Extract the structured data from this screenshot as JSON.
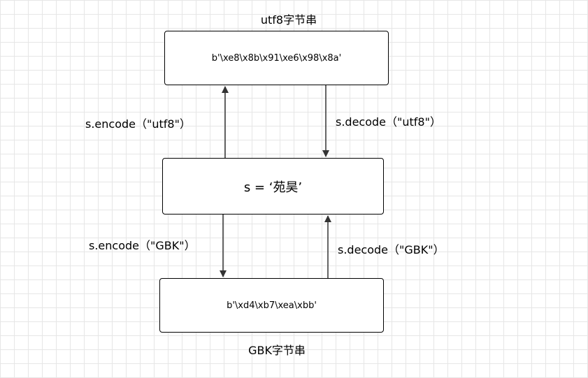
{
  "captions": {
    "utf8_bytes": "utf8字节串",
    "gbk_bytes": "GBK字节串"
  },
  "boxes": {
    "utf8_bytes_value": "b'\\xe8\\x8b\\x91\\xe6\\x98\\x8a'",
    "string_value": "s = ‘苑昊’",
    "gbk_bytes_value": "b'\\xd4\\xb7\\xea\\xbb'"
  },
  "edges": {
    "encode_utf8": "s.encode（\"utf8\"）",
    "decode_utf8": "s.decode（\"utf8\"）",
    "encode_gbk": "s.encode（\"GBK\"）",
    "decode_gbk": "s.decode（\"GBK\"）"
  }
}
